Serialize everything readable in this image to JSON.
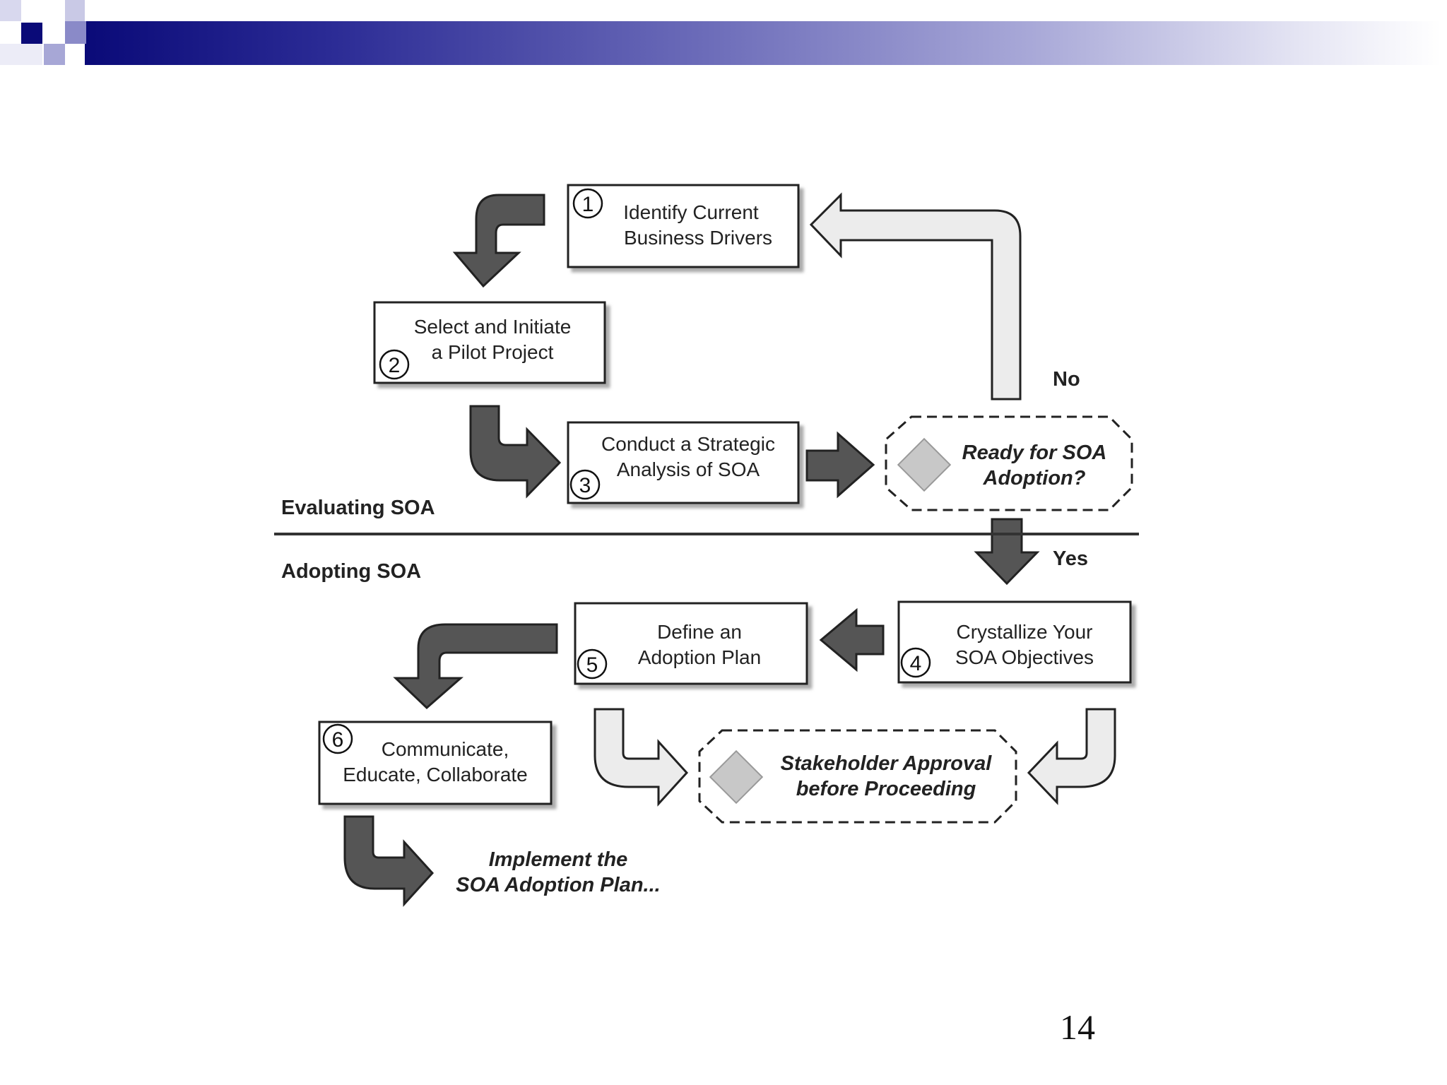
{
  "slide": {
    "number": "14"
  },
  "sections": {
    "evaluating": "Evaluating SOA",
    "adopting": "Adopting SOA"
  },
  "steps": [
    {
      "num": "1",
      "line1": "Identify Current",
      "line2": "Business Drivers"
    },
    {
      "num": "2",
      "line1": "Select and Initiate",
      "line2": "a Pilot Project"
    },
    {
      "num": "3",
      "line1": "Conduct a Strategic",
      "line2": "Analysis of SOA"
    },
    {
      "num": "4",
      "line1": "Crystallize Your",
      "line2": "SOA Objectives"
    },
    {
      "num": "5",
      "line1": "Define an",
      "line2": "Adoption Plan"
    },
    {
      "num": "6",
      "line1": "Communicate,",
      "line2": "Educate, Collaborate"
    }
  ],
  "decisions": {
    "ready": {
      "line1": "Ready for SOA",
      "line2": "Adoption?"
    },
    "stakeholder": {
      "line1": "Stakeholder Approval",
      "line2": "before Proceeding"
    }
  },
  "branches": {
    "no": "No",
    "yes": "Yes"
  },
  "final": {
    "line1": "Implement the",
    "line2": "SOA Adoption Plan..."
  },
  "colors": {
    "header_dark": "#0a0a78",
    "arrow_dark": "#555555",
    "arrow_light": "#ececec"
  }
}
